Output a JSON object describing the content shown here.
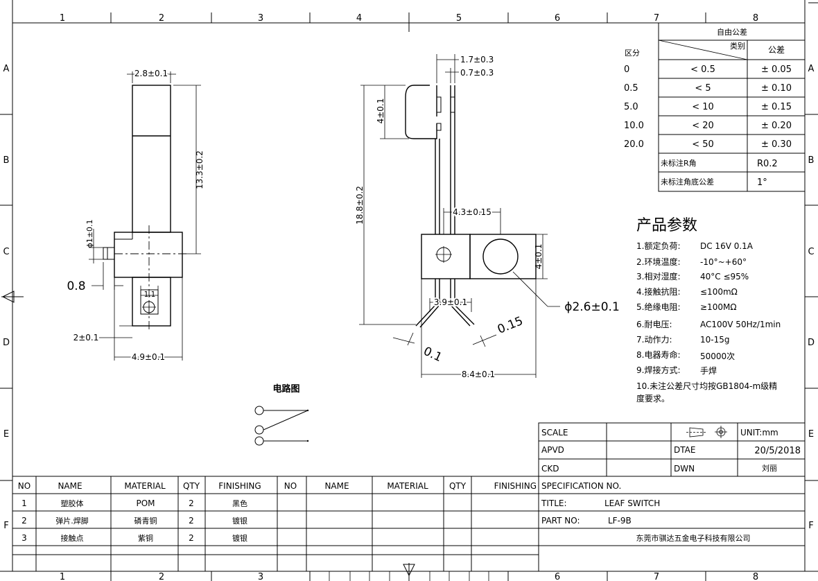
{
  "border": {
    "columns": [
      "1",
      "2",
      "3",
      "4",
      "5",
      "6",
      "7",
      "8"
    ],
    "rows": [
      "A",
      "B",
      "C",
      "D",
      "E",
      "F"
    ]
  },
  "views": {
    "left": {
      "dim_width_top": "2.8±0.1",
      "dim_height": "13.3±0.2",
      "dim_pin_dia": "ϕ1±0.1",
      "dim_pin_len": "0.8",
      "dim_slot": "1.1",
      "dim_tab": "2±0.1",
      "dim_width_bottom": "4.9±0.1"
    },
    "right": {
      "dim_top_a": "1.7±0.3",
      "dim_top_b": "0.7±0.3",
      "dim_bend": "4±0.1",
      "dim_total": "18.8±0.2",
      "dim_pitch": "4.3±0.15",
      "dim_block": "4±0.1",
      "dim_hole": "ϕ2.6±0.1",
      "dim_leg": "3.9±0.1",
      "dim_thk_a": "0.1",
      "dim_thk_b": "0.15",
      "dim_base": "8.4±0.1"
    },
    "circuit_label": "电路图"
  },
  "tolerance": {
    "header": "自由公差",
    "diag_label": "类别",
    "col_div": "区分",
    "col_tol": "公差",
    "rows": [
      {
        "div": "0",
        "cat": "< 0.5",
        "tol": "± 0.05"
      },
      {
        "div": "0.5",
        "cat": "< 5",
        "tol": "± 0.10"
      },
      {
        "div": "5.0",
        "cat": "< 10",
        "tol": "± 0.15"
      },
      {
        "div": "10.0",
        "cat": "< 20",
        "tol": "± 0.20"
      },
      {
        "div": "20.0",
        "cat": "< 50",
        "tol": "± 0.30"
      }
    ],
    "extra": [
      {
        "label": "未标注R角",
        "value": "R0.2"
      },
      {
        "label": "未标注角底公差",
        "value": "1°"
      }
    ]
  },
  "params": {
    "title": "产品参数",
    "lines": [
      {
        "k": "1.额定负荷:",
        "v": "DC 16V 0.1A"
      },
      {
        "k": "2.环境温度:",
        "v": "-10°~+60°"
      },
      {
        "k": "3.相对湿度:",
        "v": "40°C  ≤95%"
      },
      {
        "k": "4.接触抗阻:",
        "v": "≤100mΩ"
      },
      {
        "k": "5.绝缘电阻:",
        "v": "≥100MΩ"
      },
      {
        "k": "6.耐电压:",
        "v": "AC100V 50Hz/1min"
      },
      {
        "k": "7.动作力:",
        "v": "10-15g"
      },
      {
        "k": "8.电器寿命:",
        "v": "50000次"
      },
      {
        "k": "9.焊接方式:",
        "v": "手焊"
      }
    ],
    "note_1": "10.未注公差尺寸均按GB1804-m级精",
    "note_2": "度要求。"
  },
  "titleblock": {
    "scale_label": "SCALE",
    "unit": "UNIT:mm",
    "apvd_label": "APVD",
    "dtae_label": "DTAE",
    "date": "20/5/2018",
    "ckd_label": "CKD",
    "dwn_label": "DWN",
    "drawer": "刘丽",
    "spec_label": "SPECIFICATION NO.",
    "title_label": "TITLE:",
    "title_value": "LEAF SWITCH",
    "part_label": "PART NO:",
    "part_value": "LF-9B",
    "company": "东莞市骐达五金电子科技有限公司"
  },
  "bom": {
    "headers": [
      "NO",
      "NAME",
      "MATERIAL",
      "QTY",
      "FINISHING",
      "NO",
      "NAME",
      "MATERIAL",
      "QTY",
      "FINISHING"
    ],
    "rows": [
      {
        "no": "1",
        "name": "塑胶体",
        "material": "POM",
        "qty": "2",
        "finishing": "黑色"
      },
      {
        "no": "2",
        "name": "弹片.焊脚",
        "material": "磷青铜",
        "qty": "2",
        "finishing": "镀银"
      },
      {
        "no": "3",
        "name": "接触点",
        "material": "紫铜",
        "qty": "2",
        "finishing": "镀银"
      }
    ]
  }
}
